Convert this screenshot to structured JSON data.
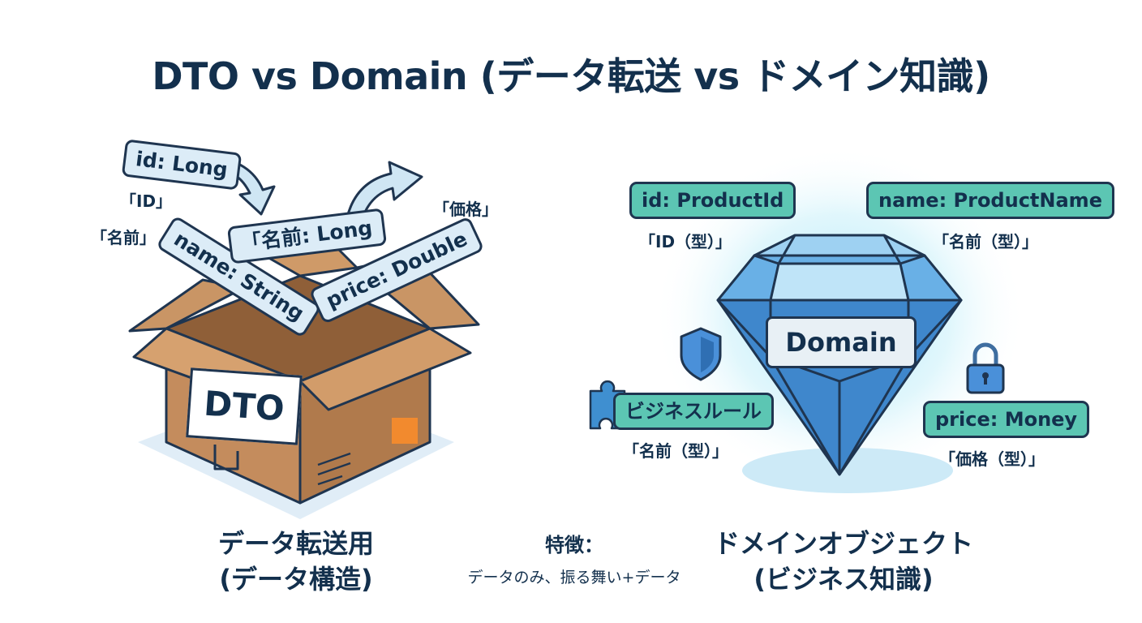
{
  "title": "DTO vs Domain (データ転送 vs ドメイン知識)",
  "dto": {
    "box_label": "DTO",
    "tags": {
      "id": "id: Long",
      "name": "name: String",
      "name_long": "「名前: Long",
      "price": "price: Double"
    },
    "notes": {
      "id": "「ID」",
      "name": "「名前」",
      "price": "「価格」"
    },
    "caption_line1": "データ転送用",
    "caption_line2": "(データ構造)"
  },
  "domain": {
    "gem_label": "Domain",
    "tags": {
      "id": "id: ProductId",
      "name": "name: ProductName",
      "rule": "ビジネスルール",
      "price": "price: Money"
    },
    "notes": {
      "id": "「ID（型）」",
      "name": "「名前（型）」",
      "rule": "「名前（型）」",
      "price": "「価格（型）」"
    },
    "caption_line1": "ドメインオブジェクト",
    "caption_line2": "(ビジネス知識)"
  },
  "features": {
    "heading": "特徴：",
    "text": "データのみ、振る舞い+データ"
  },
  "icons": [
    "cardboard-box-icon",
    "arrow-icon",
    "diamond-icon",
    "shield-icon",
    "lock-icon",
    "puzzle-icon"
  ]
}
